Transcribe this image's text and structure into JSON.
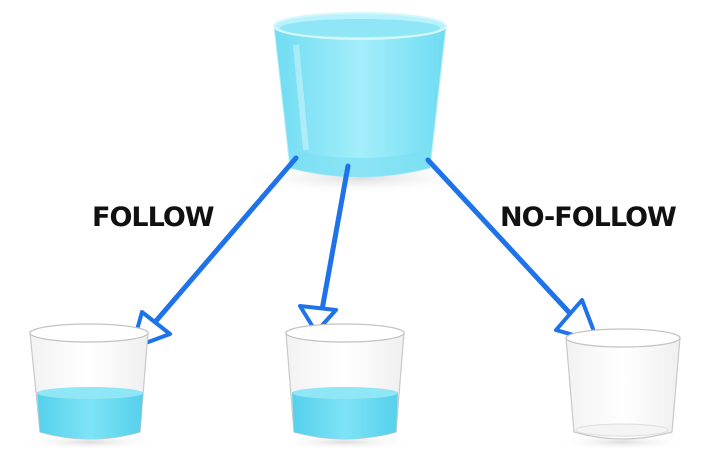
{
  "labels": {
    "left": "FOLLOW",
    "right": "NO-FOLLOW"
  },
  "glasses": {
    "source": {
      "fill_level": 1.0
    },
    "left": {
      "fill_level": 0.35
    },
    "middle": {
      "fill_level": 0.35
    },
    "right": {
      "fill_level": 0.0
    }
  },
  "colors": {
    "water": "#8ee8f7",
    "water_dark": "#5fd3ee",
    "arrow": "#1f73e8",
    "label": "#111111"
  }
}
